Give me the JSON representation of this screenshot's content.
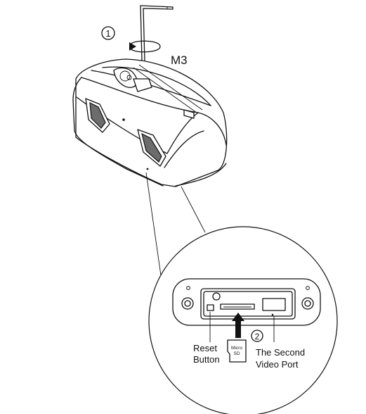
{
  "steps": {
    "step1_marker": "1",
    "step2_marker": "2"
  },
  "labels": {
    "screw": "M3",
    "reset_line1": "Reset",
    "reset_line2": "Button",
    "sd_line1": "Micro",
    "sd_line2": "SD",
    "video_line1": "The Second",
    "video_line2": "Video Port"
  }
}
